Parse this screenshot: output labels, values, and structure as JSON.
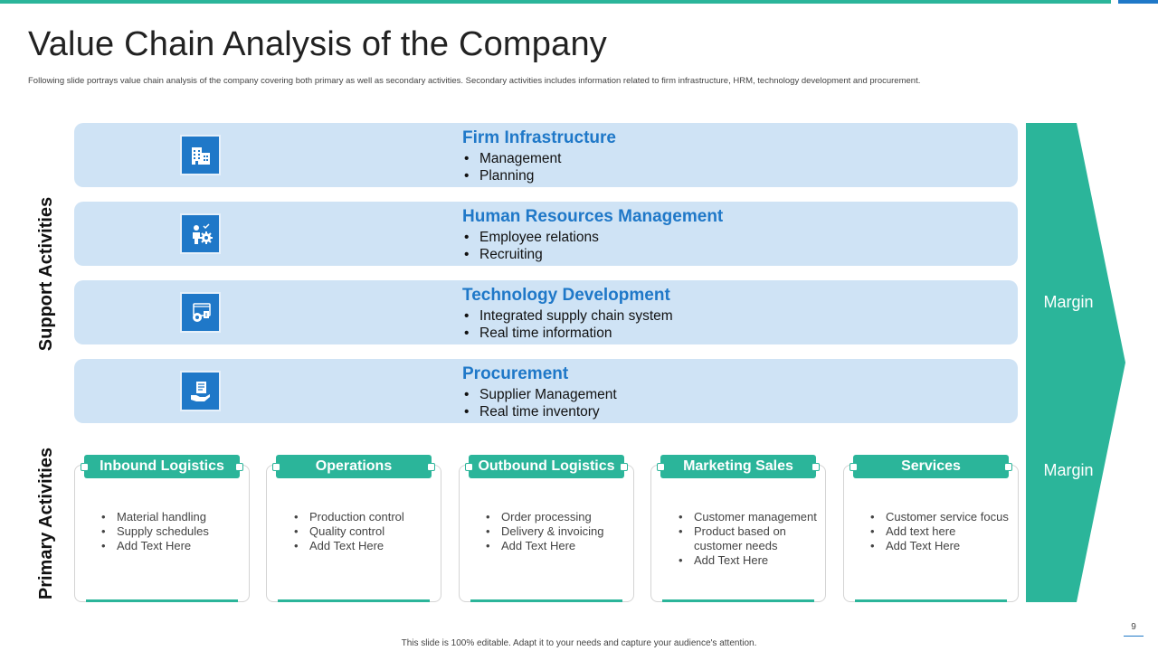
{
  "colors": {
    "accent_teal": "#2bb59a",
    "accent_blue": "#1f78c8",
    "support_bg": "#cfe3f5"
  },
  "title": "Value Chain Analysis of the Company",
  "subtitle": "Following slide portrays value chain analysis of the company covering both primary as well as secondary activities. Secondary activities includes information related to firm infrastructure, HRM, technology development and procurement.",
  "labels": {
    "support": "Support Activities",
    "primary": "Primary Activities"
  },
  "support": [
    {
      "icon": "building-icon",
      "heading": "Firm Infrastructure",
      "bullets": [
        "Management",
        "Planning"
      ]
    },
    {
      "icon": "person-gear-icon",
      "heading": "Human Resources Management",
      "bullets": [
        "Employee relations",
        "Recruiting"
      ]
    },
    {
      "icon": "tech-gear-icon",
      "heading": "Technology Development",
      "bullets": [
        "Integrated supply chain system",
        "Real time information"
      ]
    },
    {
      "icon": "procurement-hand-icon",
      "heading": "Procurement",
      "bullets": [
        "Supplier Management",
        "Real time inventory"
      ]
    }
  ],
  "margin": {
    "top": "Margin",
    "bottom": "Margin"
  },
  "primary": [
    {
      "heading": "Inbound Logistics",
      "bullets": [
        "Material handling",
        "Supply schedules",
        "Add Text Here"
      ]
    },
    {
      "heading": "Operations",
      "bullets": [
        "Production control",
        "Quality control",
        "Add Text Here"
      ]
    },
    {
      "heading": "Outbound Logistics",
      "bullets": [
        "Order processing",
        "Delivery  & invoicing",
        "Add Text Here"
      ]
    },
    {
      "heading": "Marketing Sales",
      "bullets": [
        "Customer management",
        "Product based on",
        "customer needs",
        "Add Text Here"
      ]
    },
    {
      "heading": "Services",
      "bullets": [
        "Customer service focus",
        "Add text here",
        "Add Text Here"
      ]
    }
  ],
  "footer": "This slide is 100% editable. Adapt it to your needs and capture your audience's attention.",
  "page_number": "9"
}
